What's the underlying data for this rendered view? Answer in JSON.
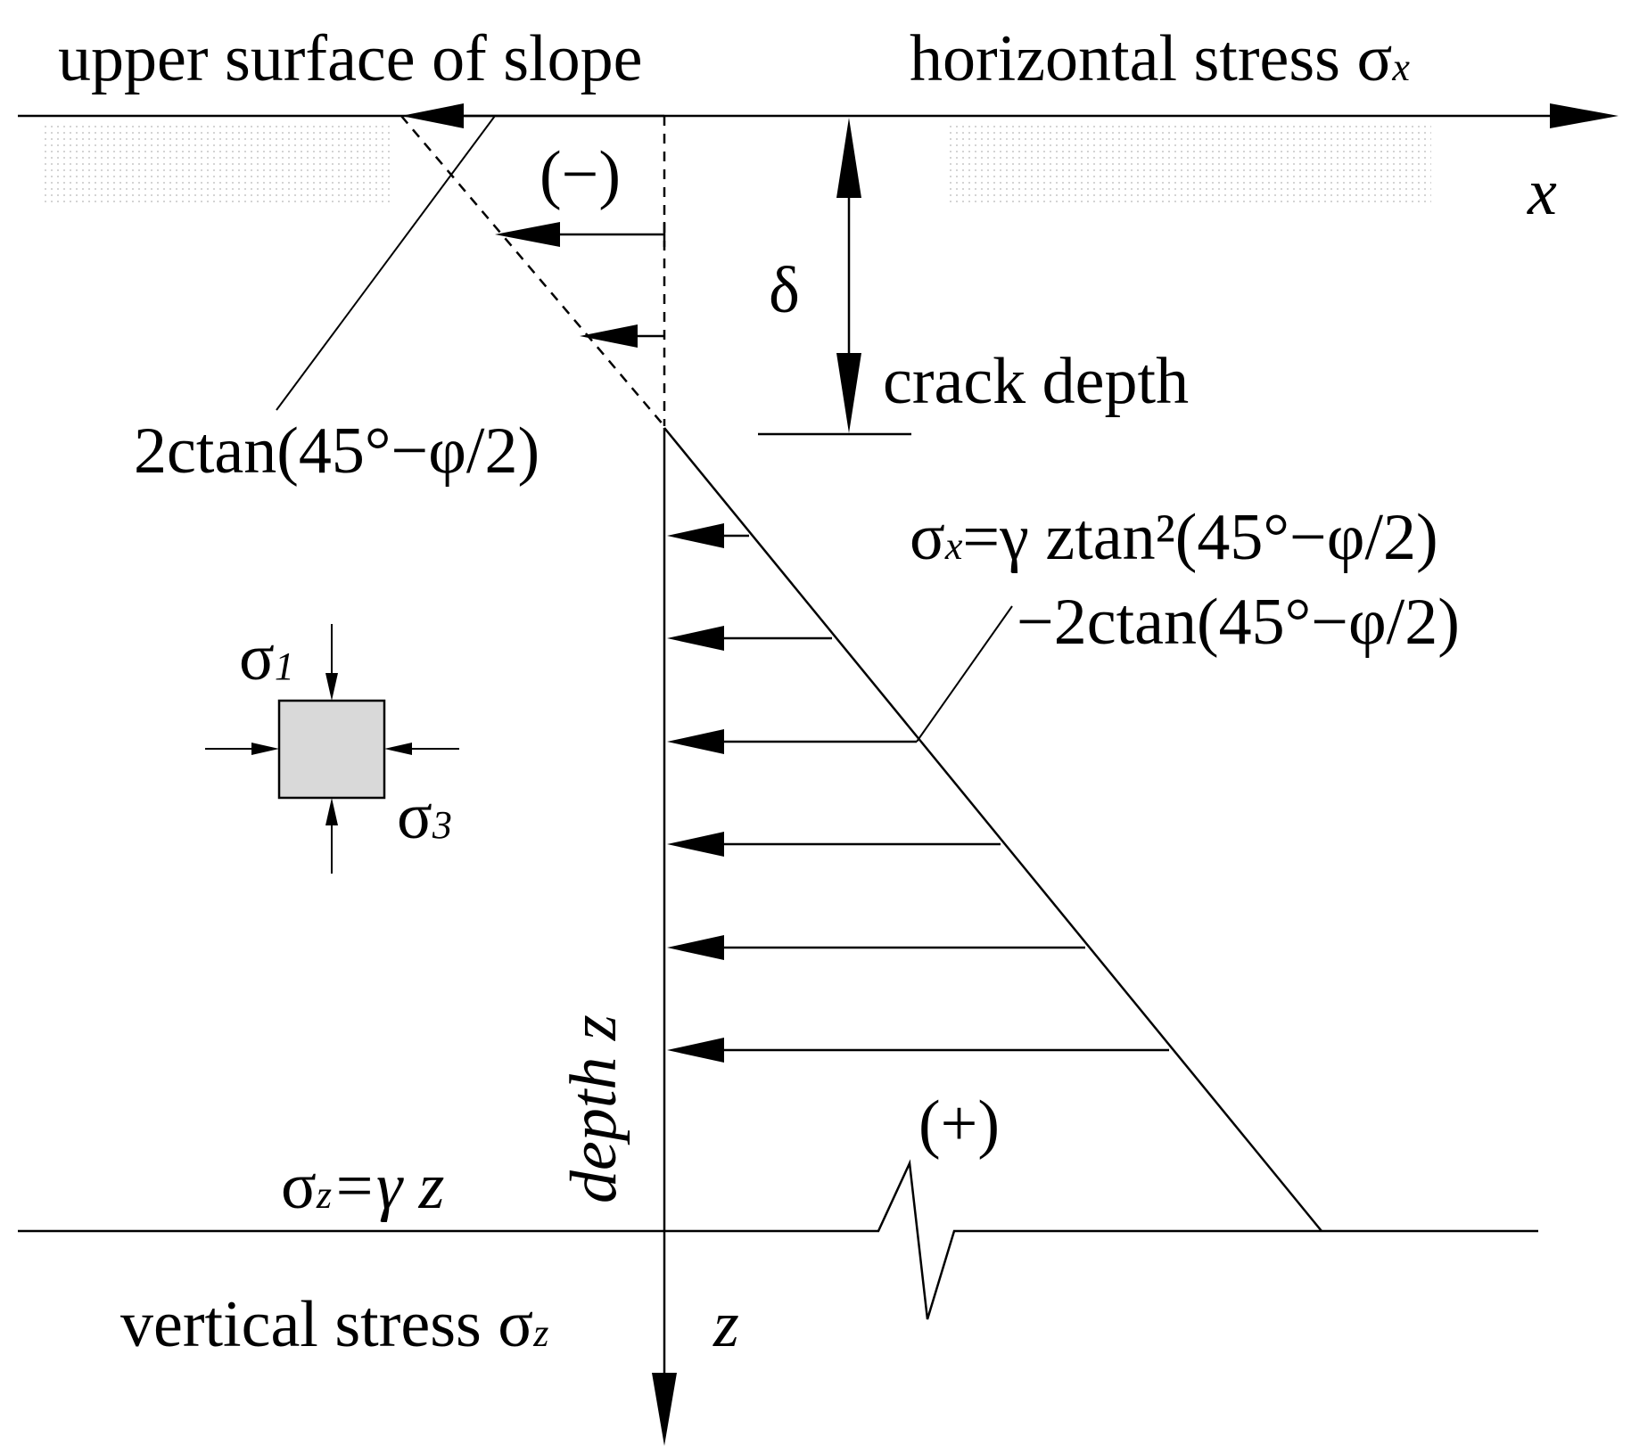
{
  "labels": {
    "upper_surface": "upper surface of slope",
    "horizontal_stress": "horizontal stress σ",
    "horizontal_stress_sub": "x",
    "x_axis": "x",
    "negative_zone": "(−)",
    "delta": "δ",
    "crack_depth": "crack depth",
    "tensile_term": "2ctan(45°−φ/2)",
    "formula_line1_sigma": "σ",
    "formula_line1_sub": "x",
    "formula_line1_rest": "=γ ztan²(45°−φ/2)",
    "formula_line2": "−2ctan(45°−φ/2)",
    "sigma1": "σ",
    "sigma1_sub": "1",
    "sigma3": "σ",
    "sigma3_sub": "3",
    "depth_z": "depth z",
    "positive_zone": "(+)",
    "sigma_z_eq_sigma": "σ",
    "sigma_z_eq_sub": "z",
    "sigma_z_eq_rest": "=γ z",
    "vertical_stress": "vertical stress σ",
    "vertical_stress_sub": "z",
    "z_axis": "z"
  },
  "colors": {
    "line": "#000000",
    "element_fill": "#d9d9d9",
    "surface_dots": "#b5b5b5"
  }
}
